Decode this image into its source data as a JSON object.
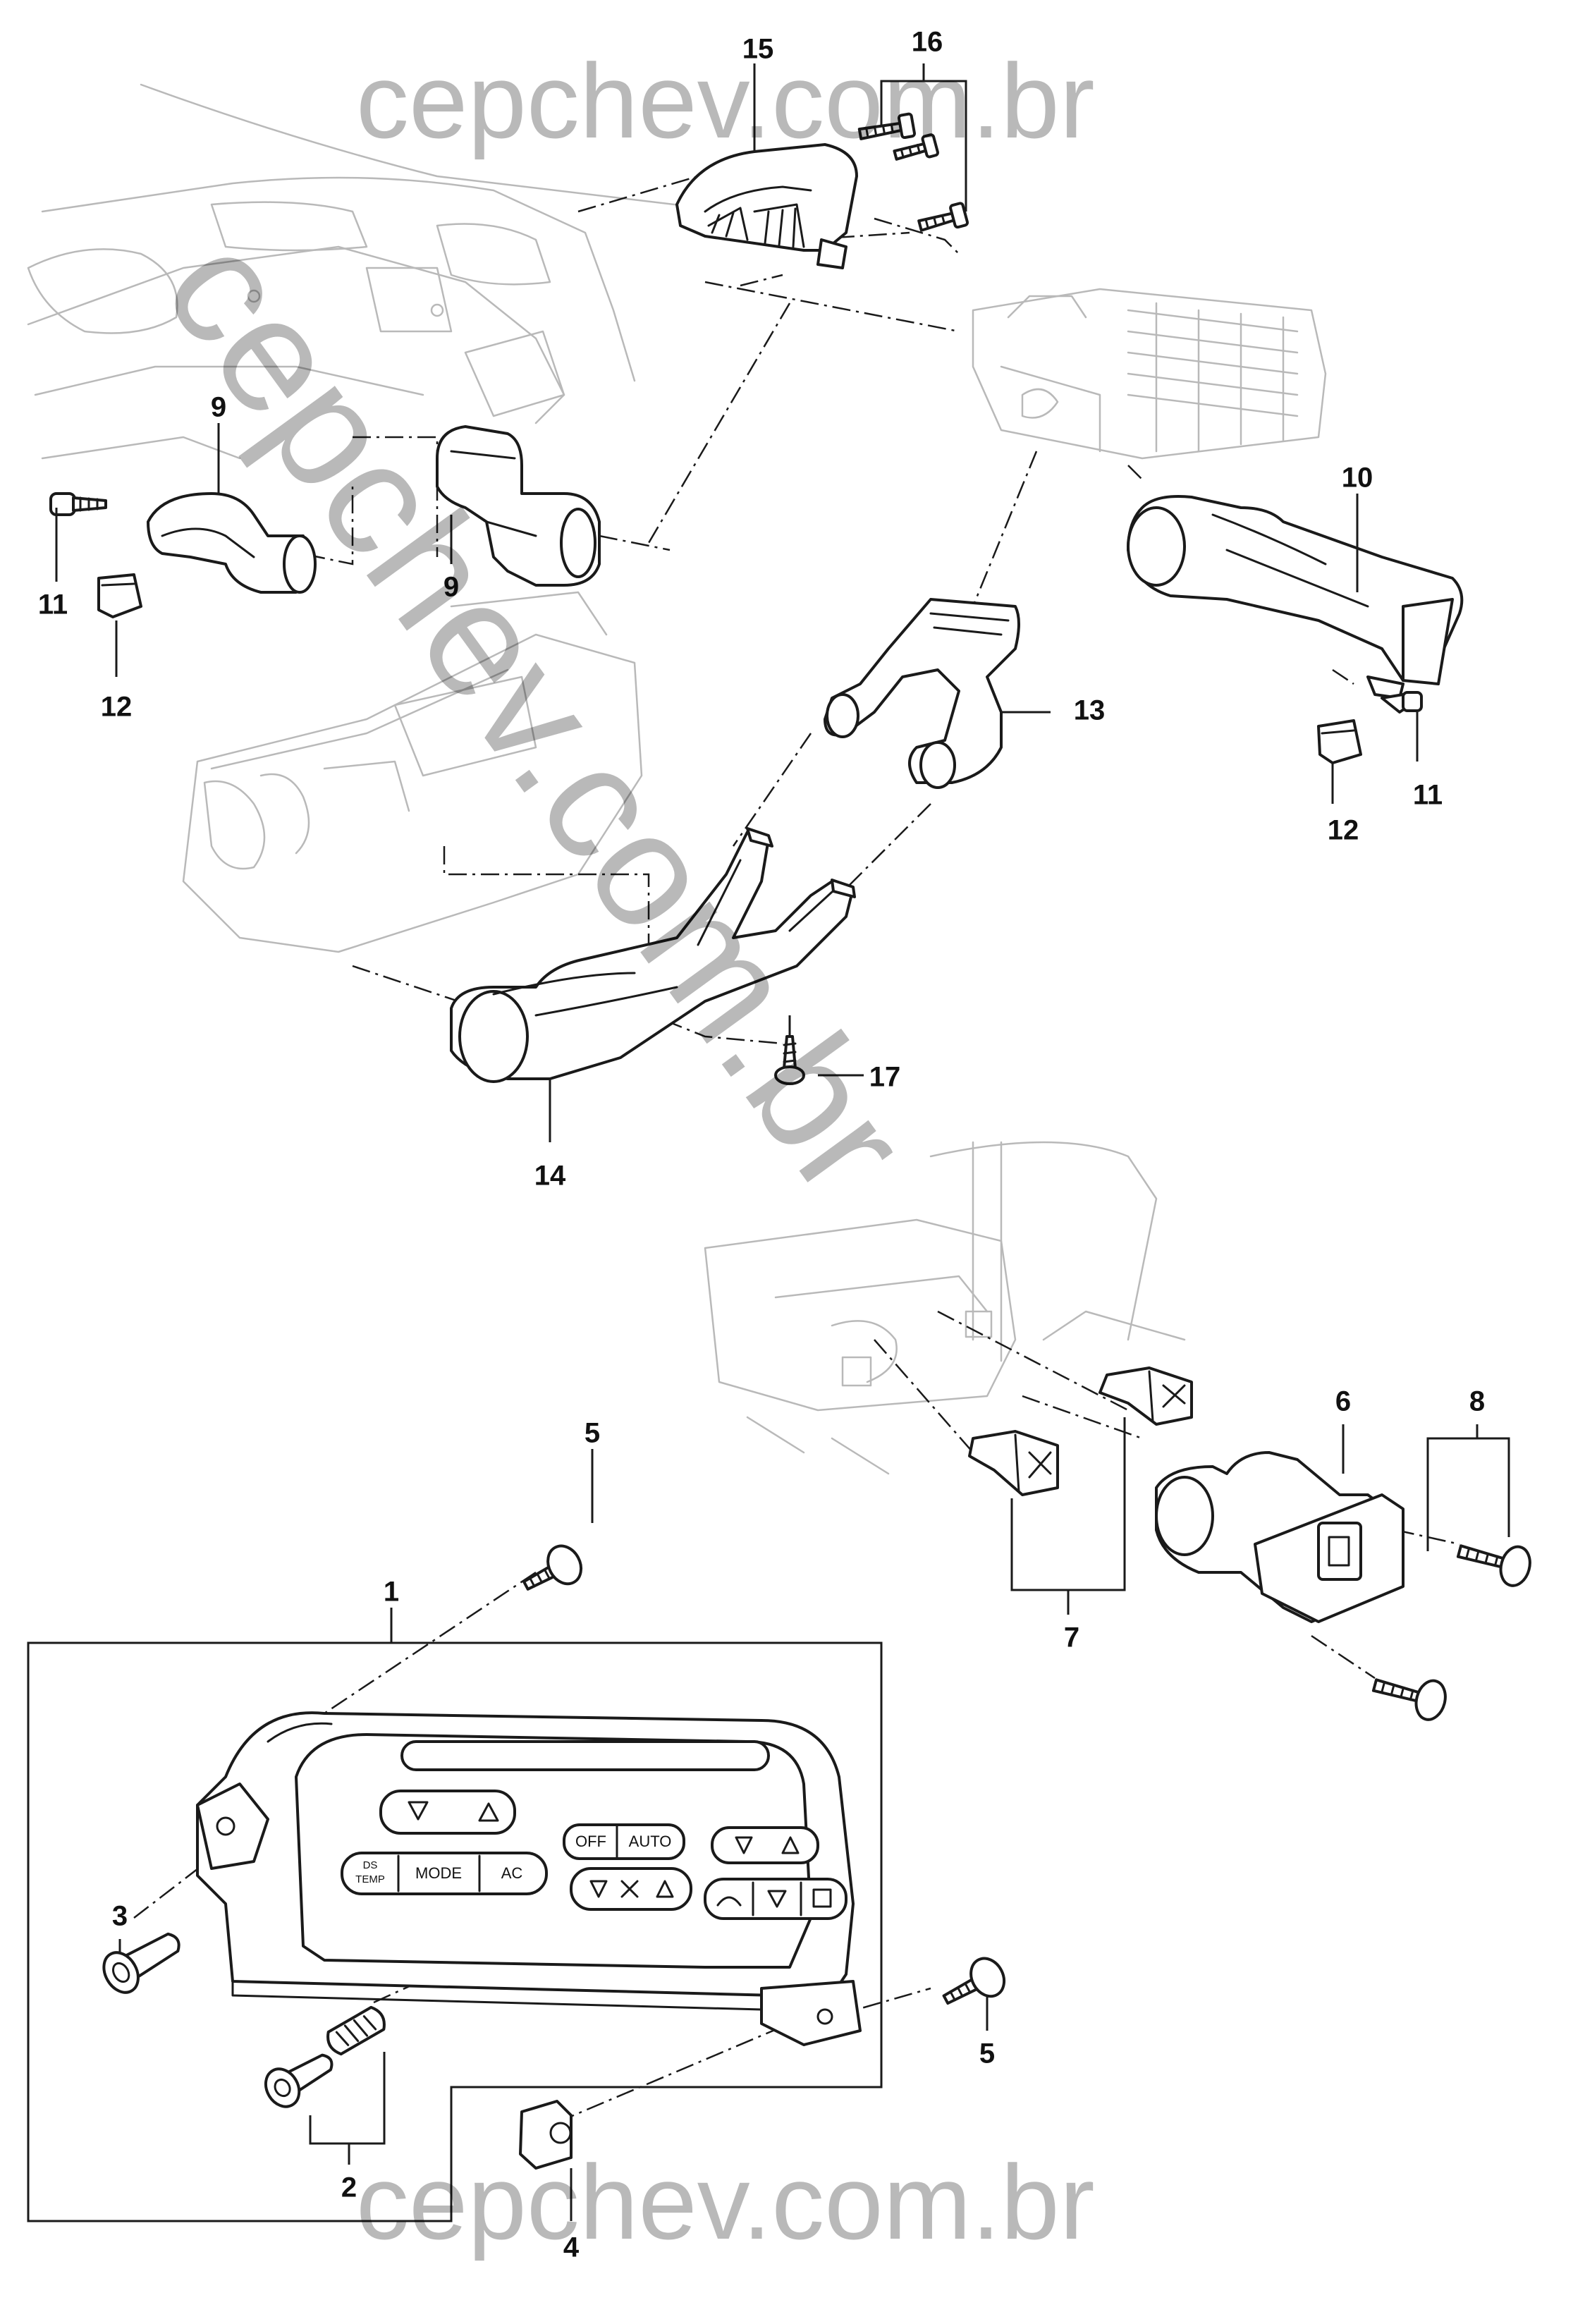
{
  "watermark": {
    "top": "cepchev.com.br",
    "diagonal": "cepchev.com.br",
    "bottom": "cepchev.com.br"
  },
  "callouts": {
    "c1": "1",
    "c2": "2",
    "c3": "3",
    "c4": "4",
    "c5a": "5",
    "c5b": "5",
    "c6": "6",
    "c7": "7",
    "c8": "8",
    "c9a": "9",
    "c9b": "9",
    "c10": "10",
    "c11a": "11",
    "c11b": "11",
    "c12a": "12",
    "c12b": "12",
    "c13": "13",
    "c14": "14",
    "c15": "15",
    "c16": "16",
    "c17": "17"
  },
  "panel_buttons": {
    "off": "OFF",
    "auto": "AUTO",
    "ds_temp_line1": "DS",
    "ds_temp_line2": "TEMP",
    "mode": "MODE",
    "ac": "AC"
  }
}
